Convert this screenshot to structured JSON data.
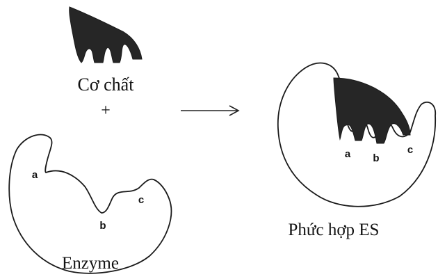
{
  "substrate": {
    "label": "Cơ chất"
  },
  "plus": "+",
  "enzyme": {
    "label": "Enzyme",
    "sites": [
      "a",
      "b",
      "c"
    ]
  },
  "complex": {
    "label": "Phức hợp ES",
    "sites": [
      "a",
      "b",
      "c"
    ]
  },
  "colors": {
    "substrate_fill": "#262626",
    "outline": "#1a1a1a"
  }
}
